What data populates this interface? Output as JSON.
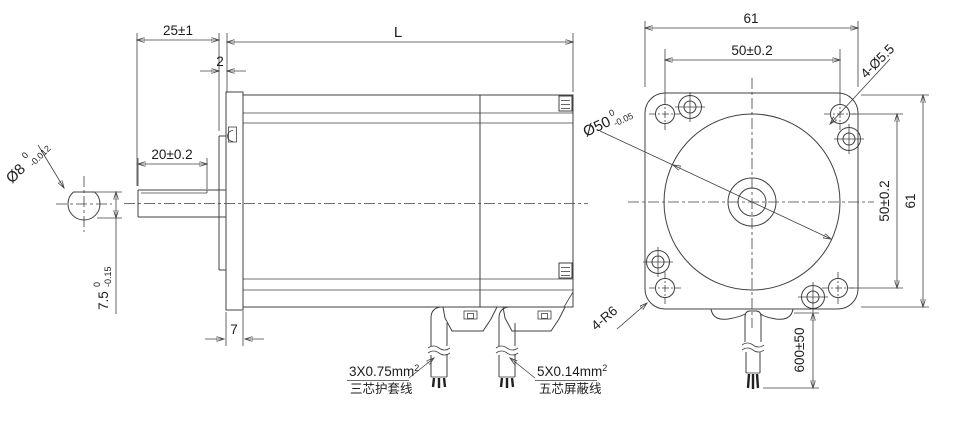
{
  "side": {
    "dim_shaft_extension": "25±1",
    "dim_boss_protrusion": "2",
    "dim_body_length": "L",
    "dim_shaft_flat_length": "20±0.2",
    "dim_flange_thickness": "7",
    "shaft_diameter": {
      "nominal": "Ø8",
      "tol_upper": "0",
      "tol_lower": "-0.012"
    },
    "shaft_flat_height": {
      "nominal": "7.5",
      "tol_upper": "0",
      "tol_lower": "-0.15"
    },
    "cable_power": {
      "spec": "3X0.75mm",
      "sup": "2",
      "name_cn": "三芯护套线"
    },
    "cable_signal": {
      "spec": "5X0.14mm",
      "sup": "2",
      "name_cn": "五芯屏蔽线"
    }
  },
  "front": {
    "dim_width": "61",
    "dim_hole_spacing_h": "50±0.2",
    "dim_mounting_holes": "4-Ø5.5",
    "pilot_diameter": {
      "nominal": "Ø50",
      "tol_upper": "0",
      "tol_lower": "-0.05"
    },
    "dim_hole_spacing_v": "50±0.2",
    "dim_height": "61",
    "dim_corner_radius": "4-R6",
    "dim_cable_length": "600±50"
  },
  "colors": {
    "line": "#404040",
    "text": "#1c1c1c",
    "background": "#ffffff",
    "right_strip": "#eff0f2"
  }
}
